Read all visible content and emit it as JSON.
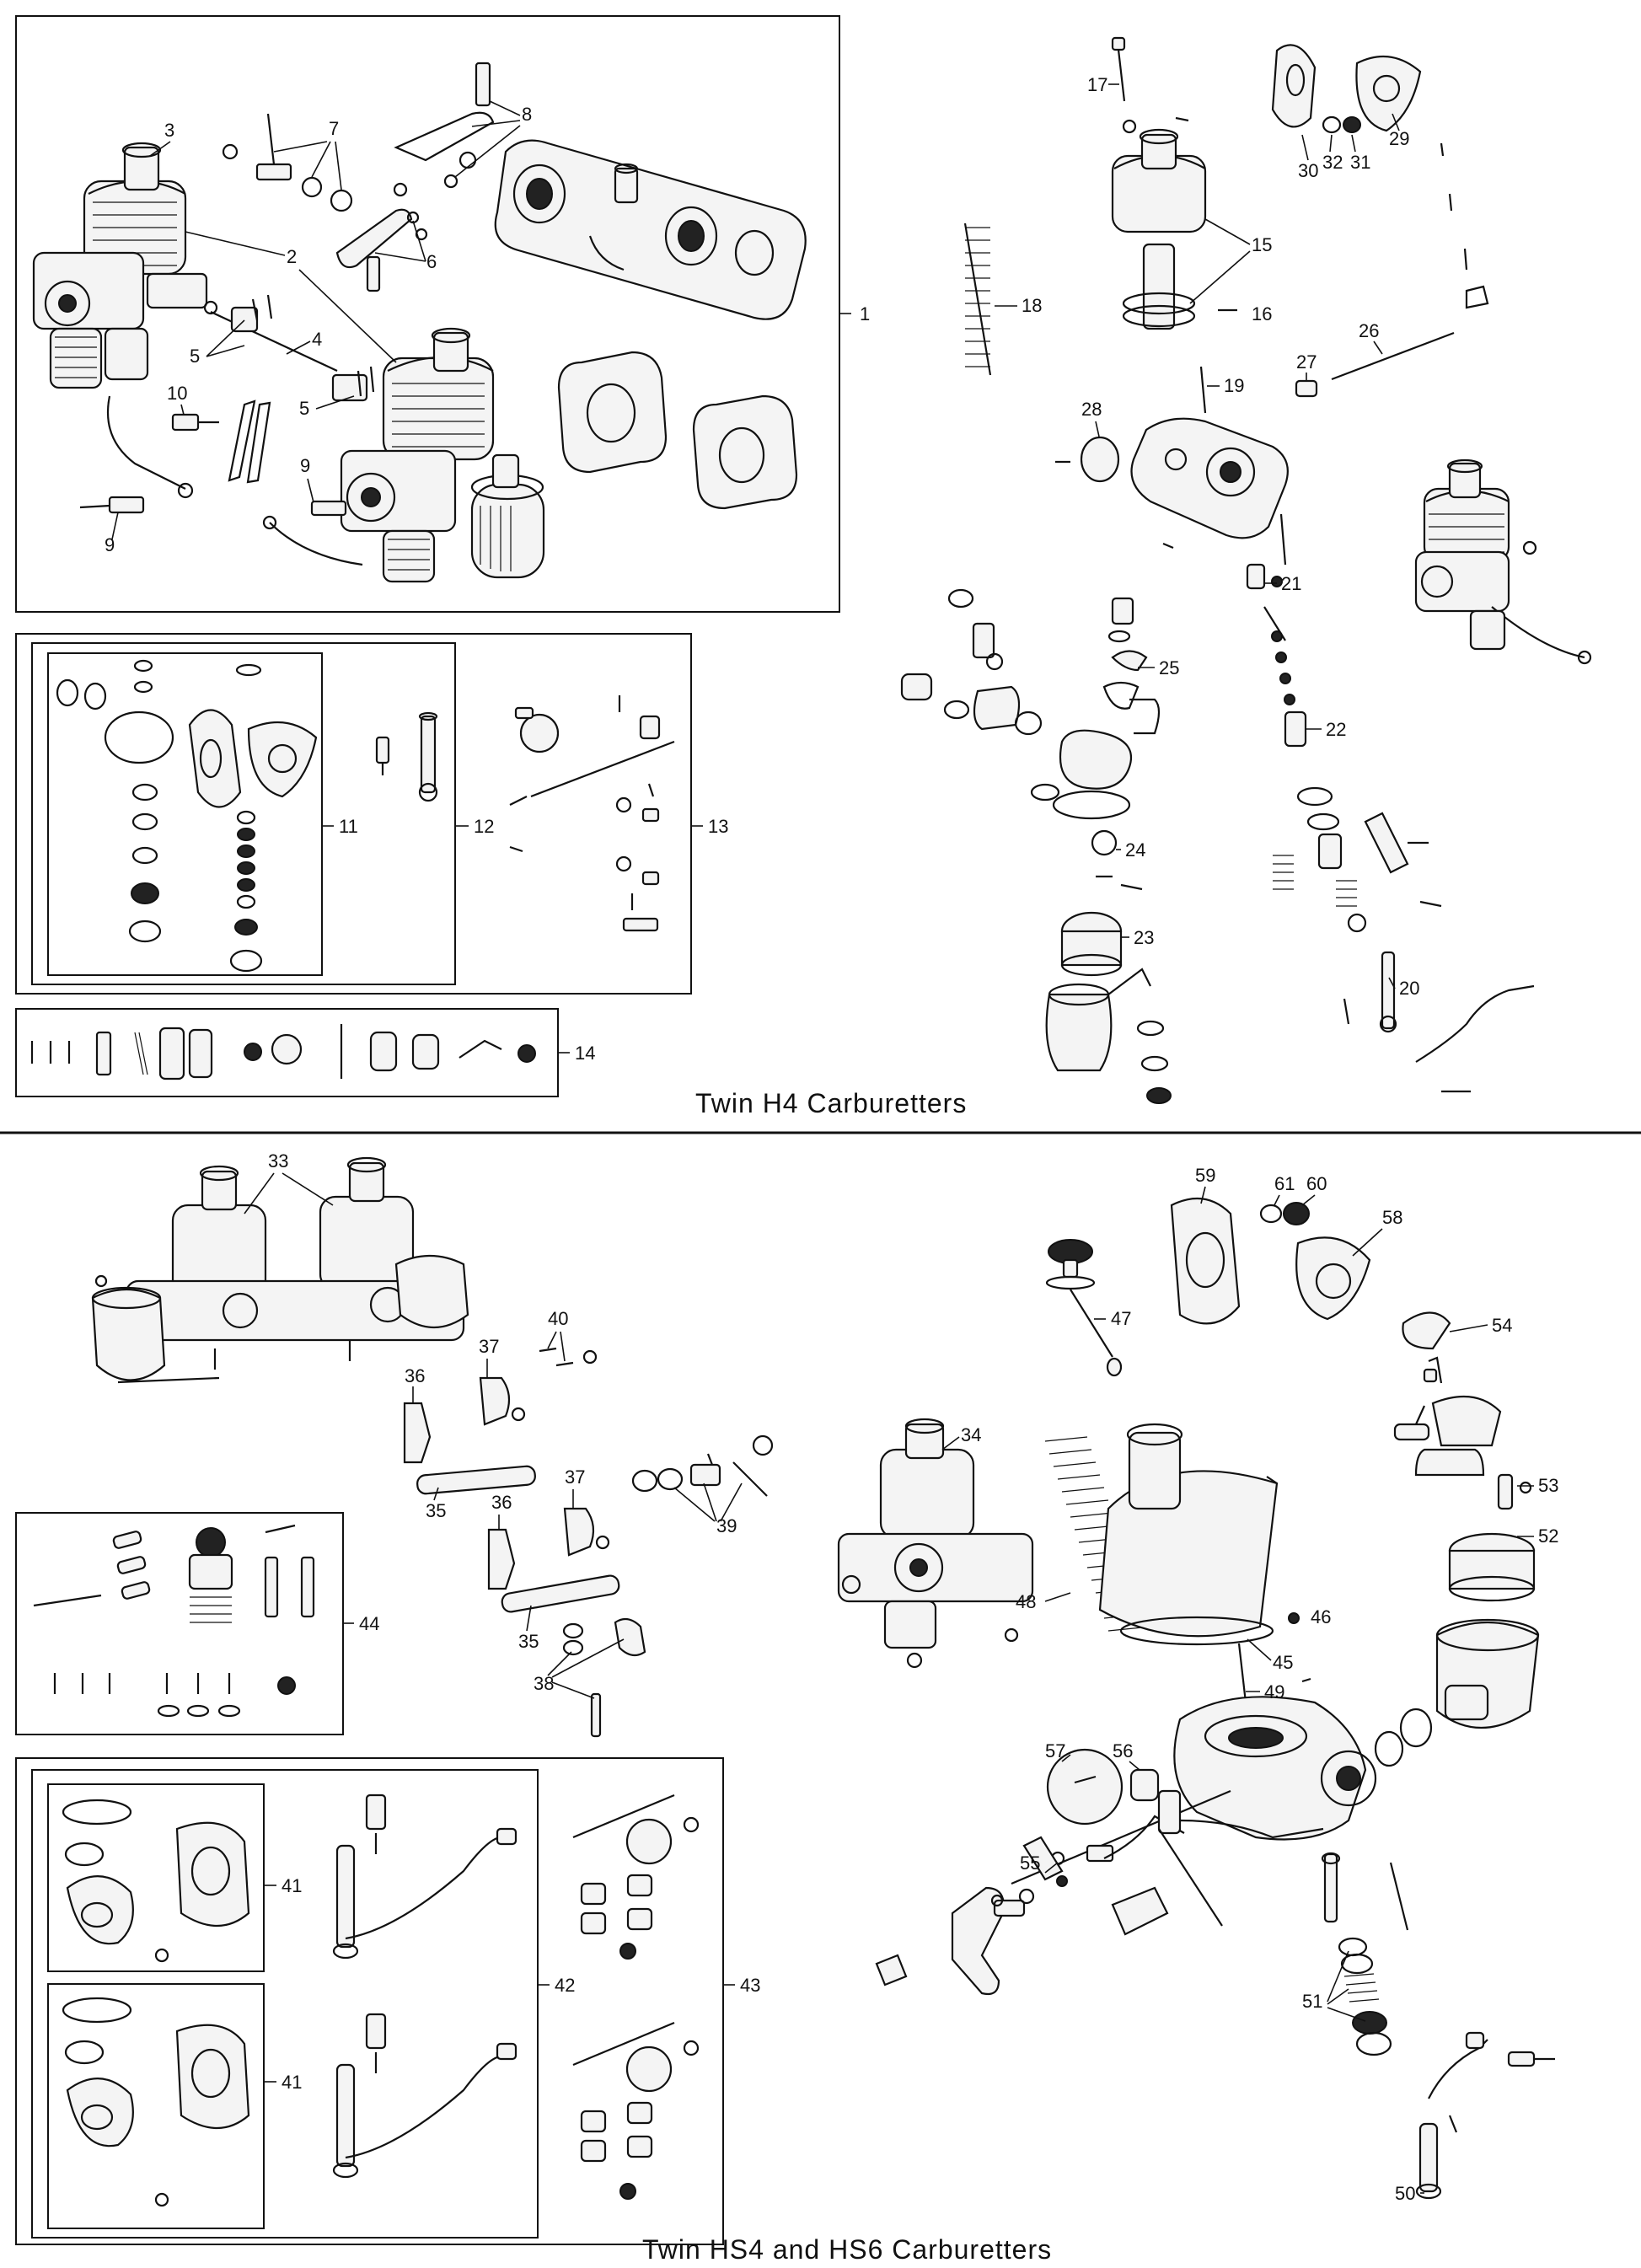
{
  "titles": {
    "h4": "Twin H4 Carburetters",
    "hs": "Twin HS4 and HS6 Carburetters"
  },
  "callouts": {
    "c1": "1",
    "c2": "2",
    "c3": "3",
    "c4": "4",
    "c5": "5",
    "c6": "6",
    "c7": "7",
    "c8": "8",
    "c9": "9",
    "c10": "10",
    "c11": "11",
    "c12": "12",
    "c13": "13",
    "c14": "14",
    "c15": "15",
    "c16": "16",
    "c17": "17",
    "c18": "18",
    "c19": "19",
    "c20": "20",
    "c21": "21",
    "c22": "22",
    "c23": "23",
    "c24": "24",
    "c25": "25",
    "c26": "26",
    "c27": "27",
    "c28": "28",
    "c29": "29",
    "c30": "30",
    "c31": "31",
    "c32": "32",
    "c33": "33",
    "c34": "34",
    "c35": "35",
    "c36": "36",
    "c37": "37",
    "c38": "38",
    "c39": "39",
    "c40": "40",
    "c41": "41",
    "c42": "42",
    "c43": "43",
    "c44": "44",
    "c45": "45",
    "c46": "46",
    "c47": "47",
    "c48": "48",
    "c49": "49",
    "c50": "50",
    "c51": "51",
    "c52": "52",
    "c53": "53",
    "c54": "54",
    "c55": "55",
    "c56": "56",
    "c57": "57",
    "c58": "58",
    "c59": "59",
    "c60": "60",
    "c61": "61"
  }
}
